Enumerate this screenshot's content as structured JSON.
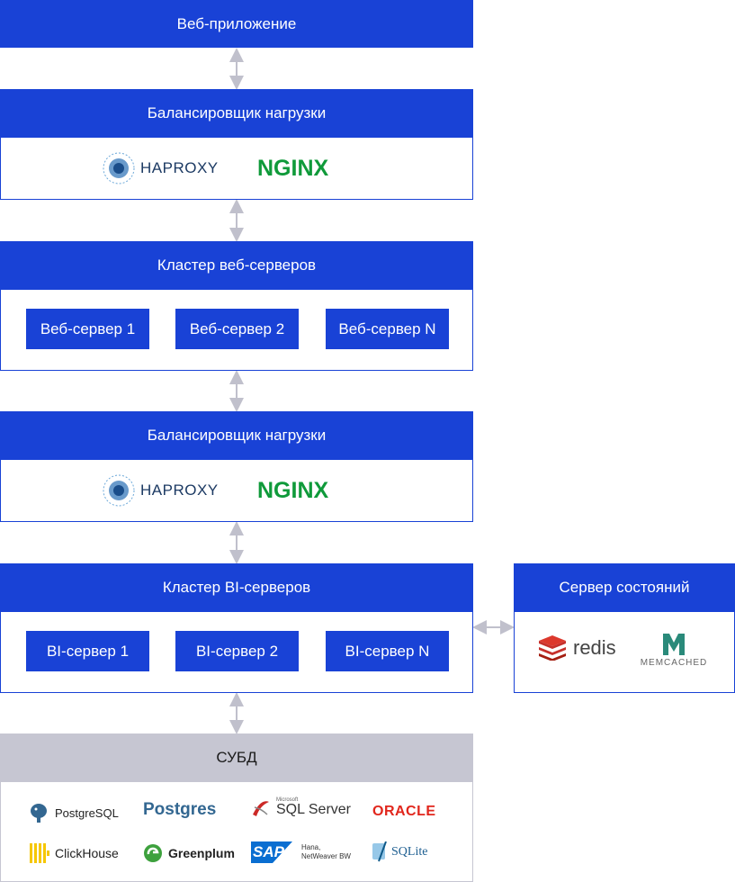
{
  "web_app": {
    "label": "Веб-приложение"
  },
  "lb1": {
    "title": "Балансировщик нагрузки",
    "logos": [
      "HAPROXY",
      "NGINX"
    ]
  },
  "web_cluster": {
    "title": "Кластер веб-серверов",
    "nodes": [
      "Веб-сервер 1",
      "Веб-сервер 2",
      "Веб-сервер N"
    ]
  },
  "lb2": {
    "title": "Балансировщик нагрузки",
    "logos": [
      "HAPROXY",
      "NGINX"
    ]
  },
  "bi_cluster": {
    "title": "Кластер BI-серверов",
    "nodes": [
      "BI-сервер 1",
      "BI-сервер 2",
      "BI-сервер N"
    ]
  },
  "state_server": {
    "title": "Сервер состояний",
    "logos": [
      "redis",
      "MEMCACHED"
    ]
  },
  "dbms": {
    "title": "СУБД",
    "logos": {
      "postgresql": "PostgreSQL",
      "postgres": "Postgres",
      "sqlserver_small": "Microsoft",
      "sqlserver": "SQL Server",
      "oracle": "ORACLE",
      "clickhouse": "ClickHouse",
      "greenplum": "Greenplum",
      "sap": "SAP",
      "sap_hana": "Hana,",
      "sap_nw": "NetWeaver BW",
      "sqlite": "SQLite"
    }
  },
  "colors": {
    "primary": "#1942d6",
    "gray_header": "#c6c6d2",
    "arrow": "#c0c0cc"
  }
}
